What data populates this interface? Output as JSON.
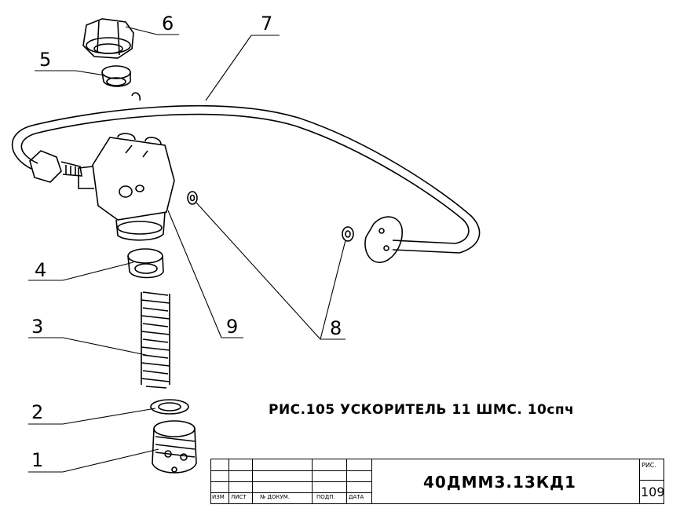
{
  "callouts": [
    {
      "id": "1",
      "label": "1"
    },
    {
      "id": "2",
      "label": "2"
    },
    {
      "id": "3",
      "label": "3"
    },
    {
      "id": "4",
      "label": "4"
    },
    {
      "id": "5",
      "label": "5"
    },
    {
      "id": "6",
      "label": "6"
    },
    {
      "id": "7",
      "label": "7"
    },
    {
      "id": "8",
      "label": "8"
    },
    {
      "id": "9",
      "label": "9"
    }
  ],
  "caption": "РИС.105 УСКОРИТЕЛЬ    11 ШМС. 10спч",
  "title_block": {
    "headers": [
      "ИЗМ",
      "ЛИСТ",
      "№ ДОКУМ.",
      "ПОДП.",
      "ДАТА"
    ],
    "document_code": "40ДММ3.13КД1",
    "sheet_label": "РИС.",
    "sheet_number": "109"
  }
}
